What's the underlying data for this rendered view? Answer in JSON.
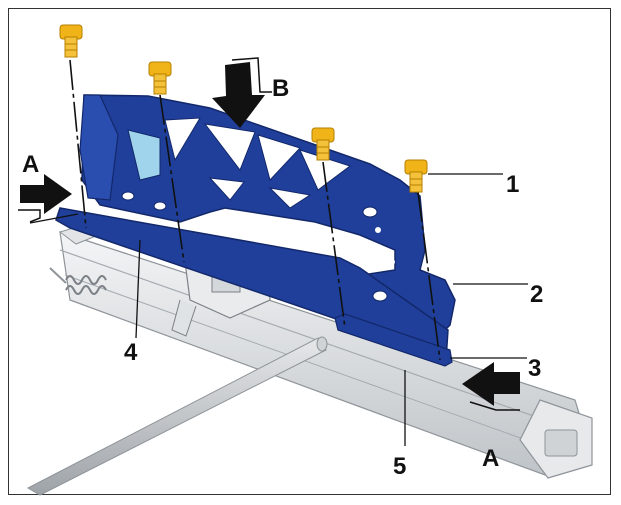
{
  "figure": {
    "callouts": {
      "c1": "1",
      "c2": "2",
      "c3": "3",
      "c4": "4",
      "c5": "5",
      "a_left": "A",
      "a_right": "A",
      "b_top": "B"
    },
    "colors": {
      "bracket": "#1f3f9a",
      "bracket_dark": "#13286b",
      "bolt": "#f0b418",
      "bolt_dark": "#b57f00",
      "rail": "#d6d9dc",
      "rail_edge": "#9aa0a6",
      "arrow": "#111111"
    }
  }
}
